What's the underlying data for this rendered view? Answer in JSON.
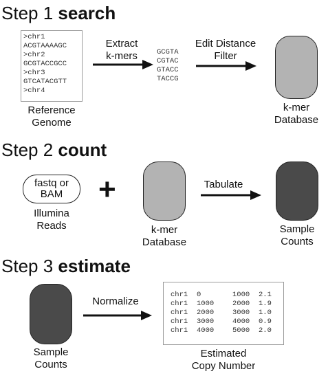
{
  "step1": {
    "prefix": "Step 1",
    "keyword": "search",
    "genome_lines": [
      ">chr1",
      "ACGTAAAAGC",
      ">chr2",
      "GCGTACCGCC",
      ">chr3",
      "GTCATACGTT",
      ">chr4"
    ],
    "genome_caption": [
      "Reference",
      "Genome"
    ],
    "extract_label": [
      "Extract",
      "k-mers"
    ],
    "kmers": [
      "GCGTA",
      "CGTAC",
      "GTACC",
      "TACCG"
    ],
    "filter_label": [
      "Edit Distance",
      "Filter"
    ],
    "db_caption": [
      "k-mer",
      "Database"
    ]
  },
  "step2": {
    "prefix": "Step 2",
    "keyword": "count",
    "reads_pill": [
      "fastq or",
      "BAM"
    ],
    "reads_caption": [
      "Illumina",
      "Reads"
    ],
    "plus": "+",
    "db_caption": [
      "k-mer",
      "Database"
    ],
    "tabulate_label": "Tabulate",
    "counts_caption": [
      "Sample",
      "Counts"
    ]
  },
  "step3": {
    "prefix": "Step 3",
    "keyword": "estimate",
    "counts_caption": [
      "Sample",
      "Counts"
    ],
    "normalize_label": "Normalize",
    "table_rows": [
      [
        "chr1",
        "0",
        "1000",
        "2.1"
      ],
      [
        "chr1",
        "1000",
        "2000",
        "1.9"
      ],
      [
        "chr1",
        "2000",
        "3000",
        "1.0"
      ],
      [
        "chr1",
        "3000",
        "4000",
        "0.9"
      ],
      [
        "chr1",
        "4000",
        "5000",
        "2.0"
      ]
    ],
    "table_caption": [
      "Estimated",
      "Copy Number"
    ]
  },
  "colors": {
    "light_blob": "#b3b3b3",
    "dark_blob": "#4a4a4a",
    "line": "#111111"
  }
}
